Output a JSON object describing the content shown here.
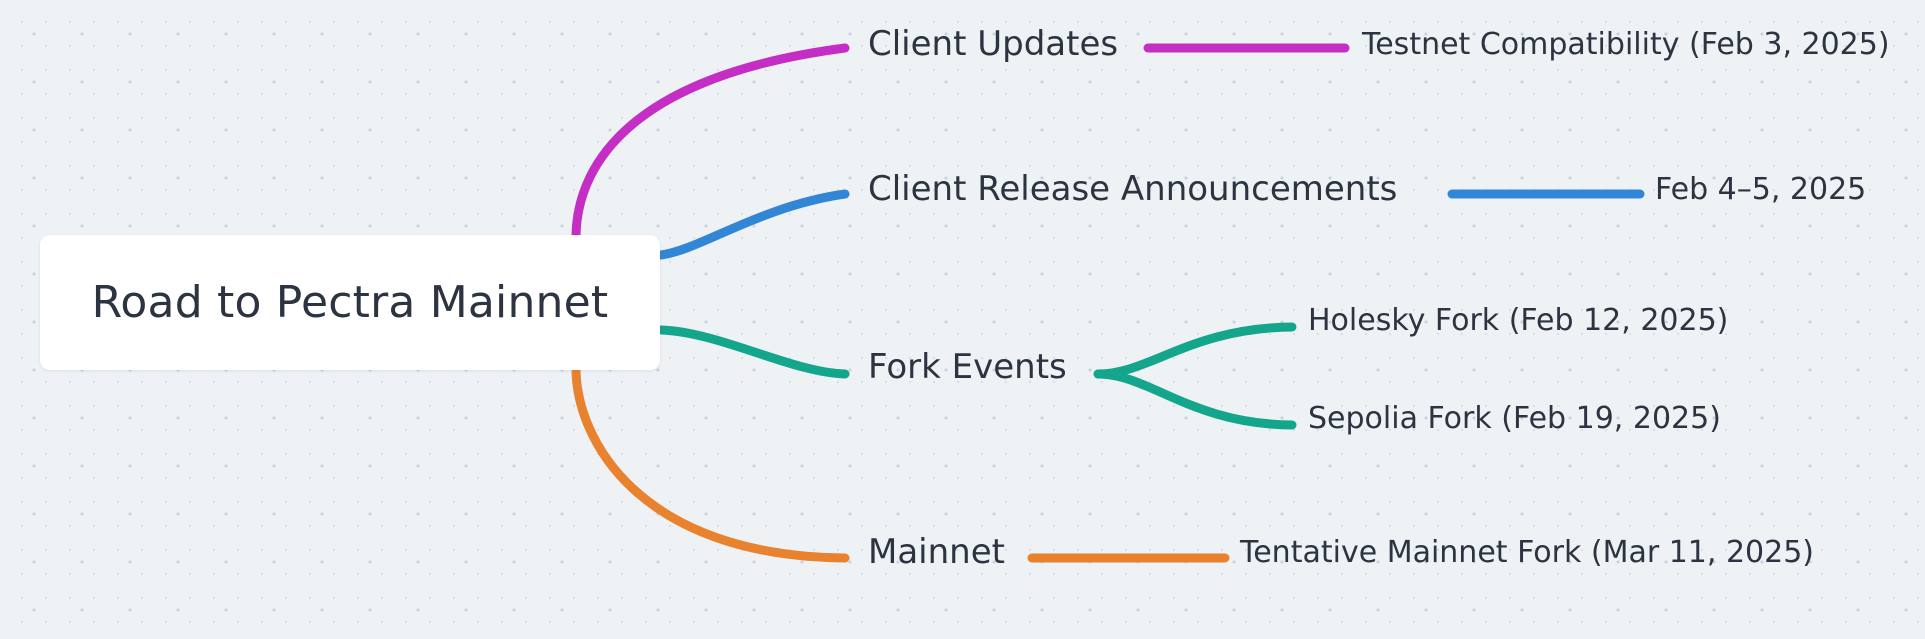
{
  "diagram": {
    "type": "mindmap",
    "background_color": "#eef2f5",
    "dot_grid": true,
    "text_color": "#2b3440",
    "root": {
      "label": "Road to Pectra Mainnet",
      "background_color": "#ffffff"
    },
    "branches": [
      {
        "id": "client-updates",
        "label": "Client Updates",
        "color": "#c42ec4",
        "children": [
          {
            "id": "testnet-compatibility",
            "label": "Testnet Compatibility (Feb 3, 2025)"
          }
        ]
      },
      {
        "id": "client-release-announcements",
        "label": "Client Release Announcements",
        "color": "#3186d6",
        "children": [
          {
            "id": "feb-4-5-2025",
            "label": "Feb 4–5, 2025"
          }
        ]
      },
      {
        "id": "fork-events",
        "label": "Fork Events",
        "color": "#14a68c",
        "children": [
          {
            "id": "holesky-fork",
            "label": "Holesky Fork (Feb 12, 2025)"
          },
          {
            "id": "sepolia-fork",
            "label": "Sepolia Fork (Feb 19, 2025)"
          }
        ]
      },
      {
        "id": "mainnet",
        "label": "Mainnet",
        "color": "#e8822f",
        "children": [
          {
            "id": "tentative-mainnet-fork",
            "label": "Tentative Mainnet Fork (Mar 11, 2025)"
          }
        ]
      }
    ]
  }
}
